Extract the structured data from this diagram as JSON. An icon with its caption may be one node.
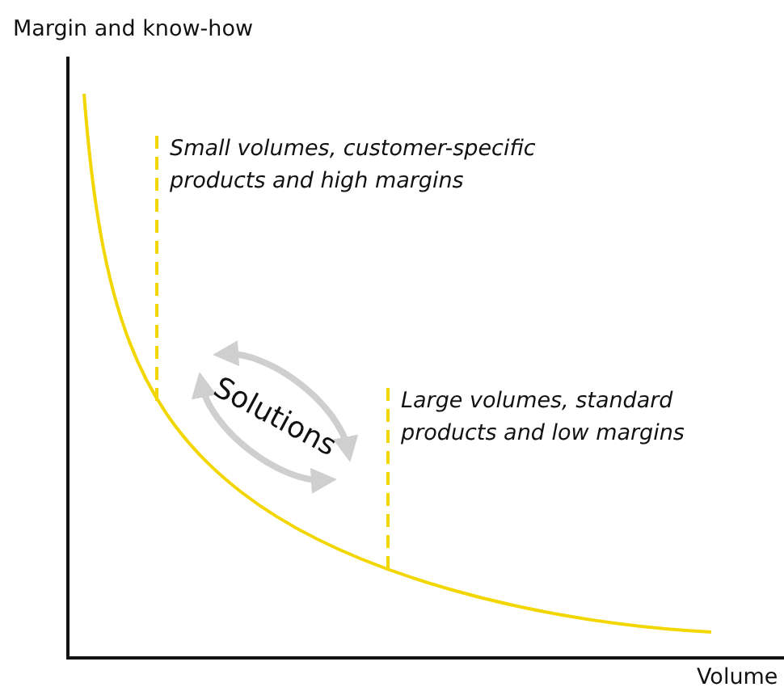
{
  "diagram": {
    "nodes": [
      {
        "text": [
          "Small volumes, customer-specific products and high margins"
        ]
      },
      {
        "text": [
          "Solutions"
        ]
      },
      {
        "text": [
          "Large volumes, standard products and low margins"
        ]
      }
    ],
    "edges": [
      {
        "from": 0,
        "to": null,
        "arrow": "none",
        "style": "dashed"
      },
      {
        "from": 2,
        "to": null,
        "arrow": "none",
        "style": "dashed"
      }
    ],
    "labels": [
      "Margin and know-how",
      "Volume"
    ]
  }
}
